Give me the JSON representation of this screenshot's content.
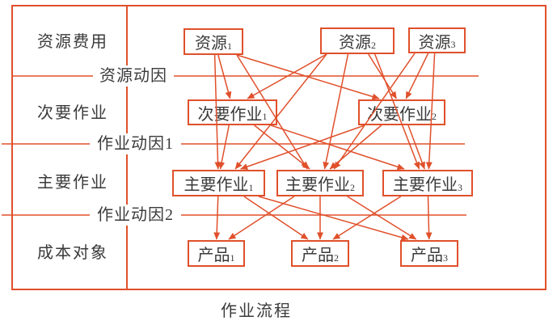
{
  "diagram": {
    "caption": "作业流程",
    "colors": {
      "accent": "#e0502b",
      "ink": "#3a3a3a"
    },
    "row_labels": [
      {
        "label": "资源费用"
      },
      {
        "label": "次要作业"
      },
      {
        "label": "主要作业"
      },
      {
        "label": "成本对象"
      }
    ],
    "divider_labels": [
      {
        "label": "资源动因"
      },
      {
        "label": "作业动因1"
      },
      {
        "label": "作业动因2"
      }
    ],
    "nodes": [
      {
        "id": "res1",
        "text": "资源",
        "sub": "1"
      },
      {
        "id": "res2",
        "text": "资源",
        "sub": "2"
      },
      {
        "id": "res3",
        "text": "资源",
        "sub": "3"
      },
      {
        "id": "sec1",
        "text": "次要作业",
        "sub": "1"
      },
      {
        "id": "sec2",
        "text": "次要作业",
        "sub": "2"
      },
      {
        "id": "main1",
        "text": "主要作业",
        "sub": "1"
      },
      {
        "id": "main2",
        "text": "主要作业",
        "sub": "2"
      },
      {
        "id": "main3",
        "text": "主要作业",
        "sub": "3"
      },
      {
        "id": "prod1",
        "text": "产品",
        "sub": "1"
      },
      {
        "id": "prod2",
        "text": "产品",
        "sub": "2"
      },
      {
        "id": "prod3",
        "text": "产品",
        "sub": "3"
      }
    ],
    "edges": [
      {
        "from": "res1",
        "to": "sec1"
      },
      {
        "from": "res1",
        "to": "sec2"
      },
      {
        "from": "res2",
        "to": "sec1"
      },
      {
        "from": "res2",
        "to": "sec2"
      },
      {
        "from": "res3",
        "to": "sec2"
      },
      {
        "from": "res1",
        "to": "main1"
      },
      {
        "from": "res1",
        "to": "main2"
      },
      {
        "from": "res2",
        "to": "main1"
      },
      {
        "from": "res2",
        "to": "main2"
      },
      {
        "from": "res2",
        "to": "main3"
      },
      {
        "from": "res3",
        "to": "main2"
      },
      {
        "from": "res3",
        "to": "main3"
      },
      {
        "from": "sec1",
        "to": "main1"
      },
      {
        "from": "sec1",
        "to": "main2"
      },
      {
        "from": "sec1",
        "to": "main3"
      },
      {
        "from": "sec2",
        "to": "main1"
      },
      {
        "from": "sec2",
        "to": "main2"
      },
      {
        "from": "sec2",
        "to": "main3"
      },
      {
        "from": "main1",
        "to": "prod1"
      },
      {
        "from": "main1",
        "to": "prod2"
      },
      {
        "from": "main1",
        "to": "prod3"
      },
      {
        "from": "main2",
        "to": "prod1"
      },
      {
        "from": "main2",
        "to": "prod2"
      },
      {
        "from": "main2",
        "to": "prod3"
      },
      {
        "from": "main3",
        "to": "prod2"
      },
      {
        "from": "main3",
        "to": "prod3"
      }
    ]
  }
}
